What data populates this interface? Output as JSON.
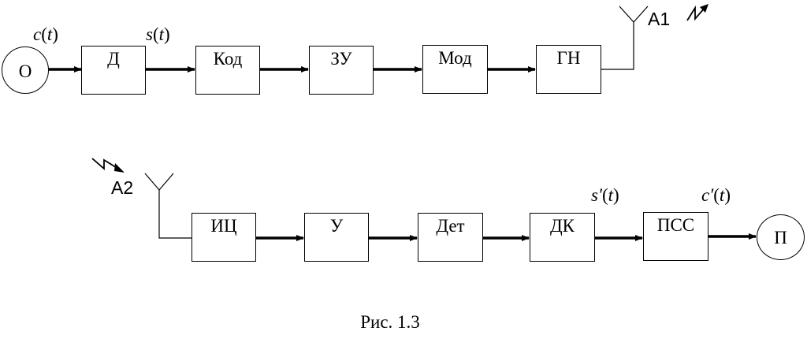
{
  "chain_tx": {
    "source": "О",
    "blocks": [
      "Д",
      "Код",
      "ЗУ",
      "Мод",
      "ГН"
    ],
    "signal_c": "c",
    "signal_s": "s",
    "antenna": "A1"
  },
  "chain_rx": {
    "antenna": "A2",
    "blocks": [
      "ИЦ",
      "У",
      "Дет",
      "ДК",
      "ПСС"
    ],
    "signal_s_prime": "s′",
    "signal_c_prime": "c′",
    "sink": "П"
  },
  "arg_t": "t",
  "caption": "Рис. 1.3"
}
